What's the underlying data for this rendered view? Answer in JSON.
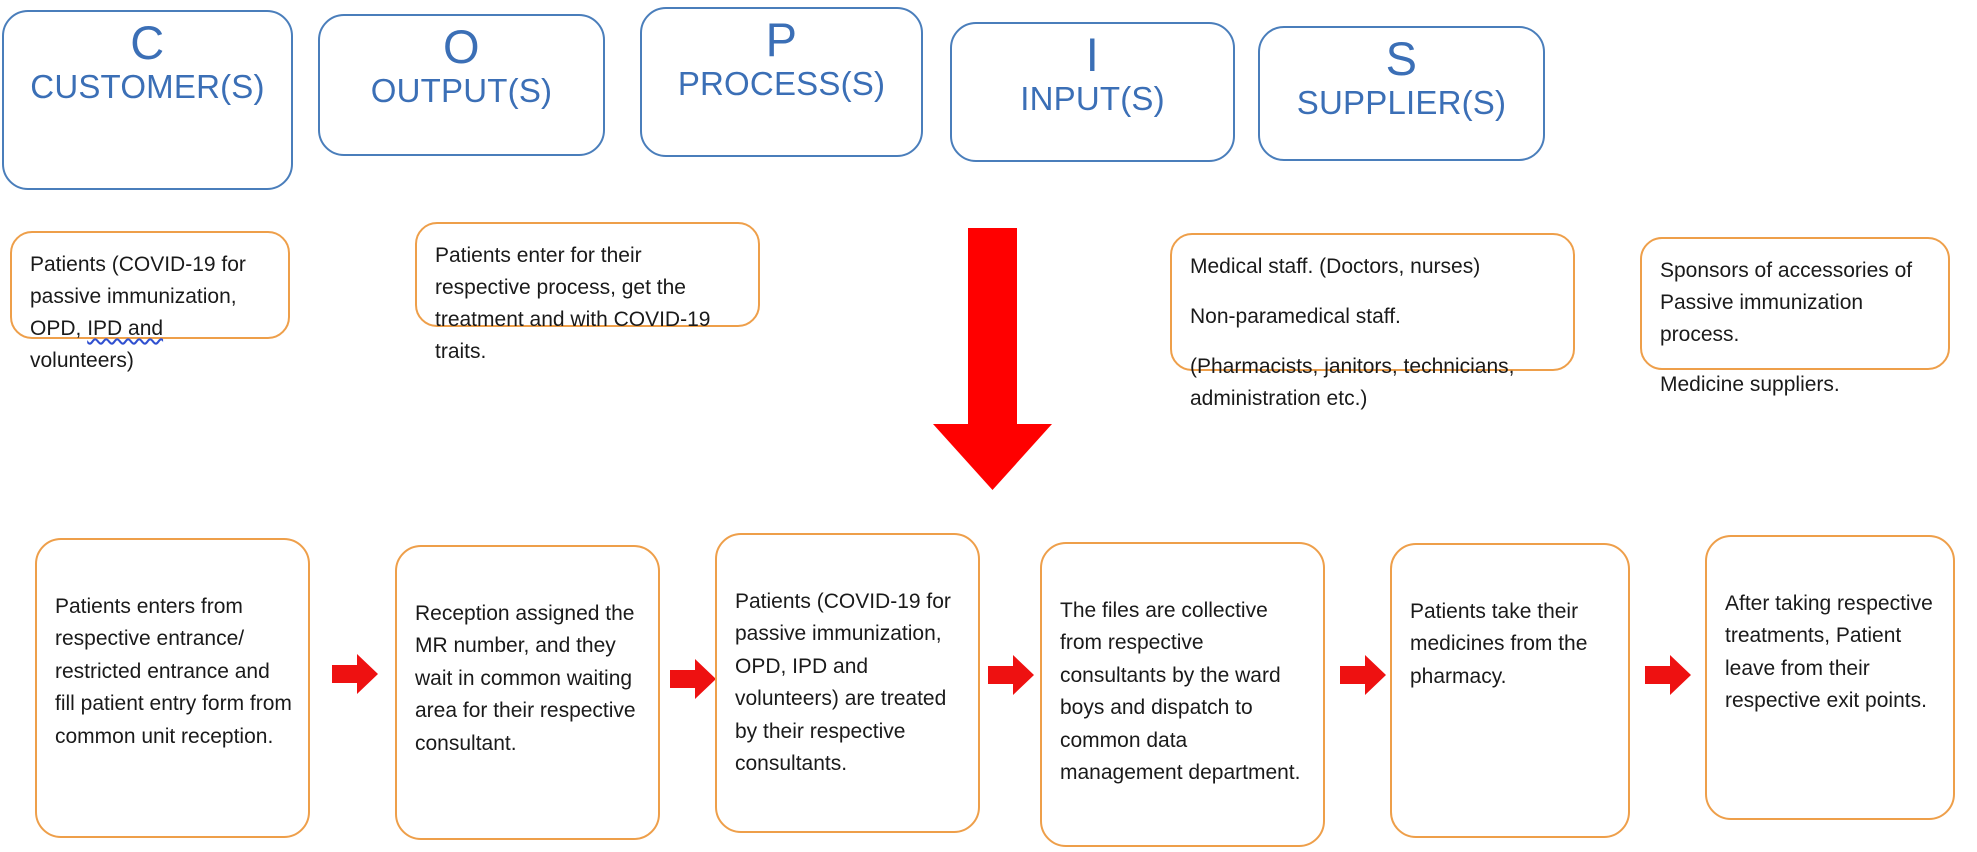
{
  "diagram": {
    "title": "COPIS Diagram",
    "colors": {
      "header_border": "#4a7ebb",
      "header_text": "#3b6fb6",
      "box_border": "#ee9f4a",
      "arrow": "#ff0000",
      "body_text": "#1a1a1a",
      "spellcheck_underline": "#3050d0"
    }
  },
  "header": {
    "items": [
      {
        "letter": "C",
        "label": "CUSTOMER(S)"
      },
      {
        "letter": "O",
        "label": "OUTPUT(S)"
      },
      {
        "letter": "P",
        "label": "PROCESS(S)"
      },
      {
        "letter": "I",
        "label": "INPUT(S)"
      },
      {
        "letter": "S",
        "label": "SUPPLIER(S)"
      }
    ]
  },
  "descriptions": {
    "customer": {
      "line_a": "Patients (COVID-19 for passive immunization, OPD, ",
      "line_b_spellcheck": "IPD  and",
      "line_c": " volunteers)"
    },
    "output": {
      "text": "Patients enter for their respective process, get the treatment and with COVID-19 traits."
    },
    "input": {
      "paragraphs": [
        "Medical staff. (Doctors, nurses)",
        "Non-paramedical staff.",
        "(Pharmacists, janitors, technicians, administration etc.)"
      ]
    },
    "supplier": {
      "paragraphs": [
        "Sponsors of accessories of Passive immunization process.",
        "Medicine suppliers."
      ]
    }
  },
  "process_flow": {
    "steps": [
      {
        "text": "Patients enters from respective entrance/ restricted entrance and fill patient entry form from common unit reception."
      },
      {
        "text": "Reception assigned the MR number, and they wait in common waiting area for their respective consultant."
      },
      {
        "text": "Patients (COVID-19 for passive immunization, OPD, IPD and volunteers) are treated by their respective consultants."
      },
      {
        "text": "The files are collective from respective consultants by the ward boys and dispatch to common data management department."
      },
      {
        "text": "Patients take their medicines from the pharmacy."
      },
      {
        "text": "After taking respective treatments, Patient leave from their respective exit points."
      }
    ],
    "connector_icon": "arrow-right-icon",
    "down_connector_icon": "arrow-down-icon"
  }
}
